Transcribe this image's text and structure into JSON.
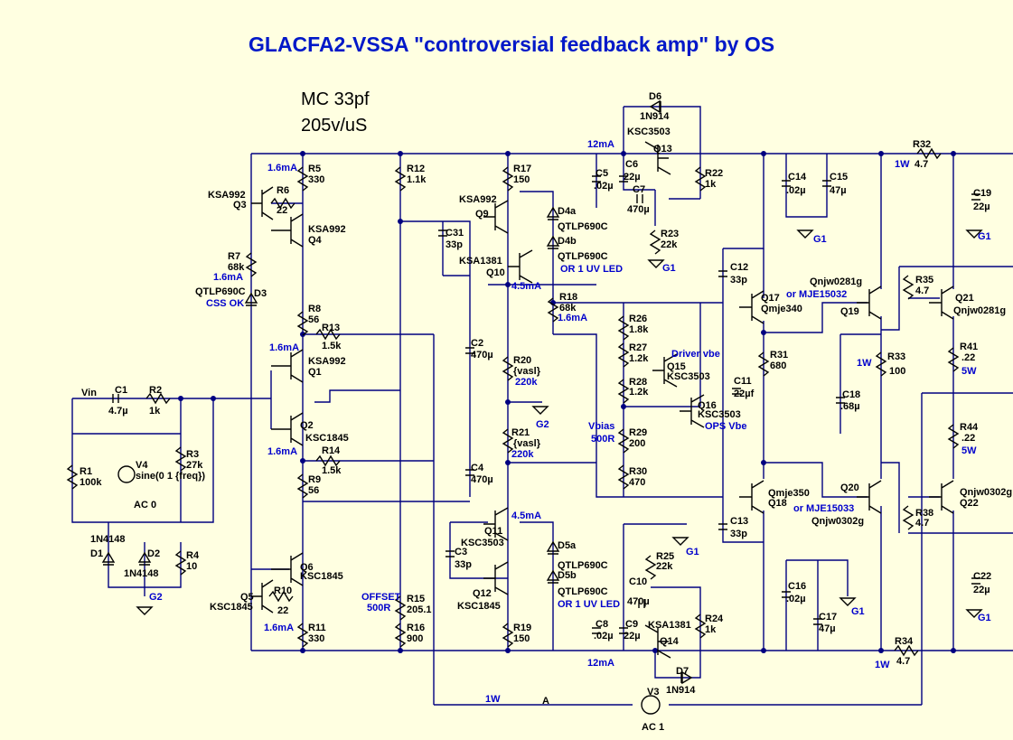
{
  "title": "GLACFA2-VSSA \"controversial feedback amp\" by OS",
  "note_mc": "MC 33pf",
  "note_slew": "205v/uS",
  "input_label": "Vin",
  "components": {
    "C1": [
      "C1",
      "4.7µ"
    ],
    "R2": [
      "R2",
      "1k"
    ],
    "R1": [
      "R1",
      "100k"
    ],
    "V4": [
      "V4",
      "sine(0 1 {freq})",
      "AC 0"
    ],
    "R3": [
      "R3",
      "27k"
    ],
    "D1": [
      "D1",
      "1N4148"
    ],
    "D2": [
      "D2",
      "1N4148"
    ],
    "R4": [
      "R4",
      "10"
    ],
    "Q3": [
      "Q3",
      "KSA992"
    ],
    "R6": [
      "R6",
      "22"
    ],
    "R5": [
      "R5",
      "330"
    ],
    "Q4": [
      "Q4",
      "KSA992"
    ],
    "R7": [
      "R7",
      "68k"
    ],
    "D3": [
      "D3",
      "QTLP690C",
      "CSS OK"
    ],
    "R8": [
      "R8",
      "56"
    ],
    "R13": [
      "R13",
      "1.5k"
    ],
    "Q1": [
      "Q1",
      "KSA992"
    ],
    "Q2": [
      "Q2",
      "KSC1845"
    ],
    "R14": [
      "R14",
      "1.5k"
    ],
    "R9": [
      "R9",
      "56"
    ],
    "Q6": [
      "Q6",
      "KSC1845"
    ],
    "Q5": [
      "Q5",
      "KSC1845"
    ],
    "R10": [
      "R10",
      "22"
    ],
    "R11": [
      "R11",
      "330"
    ],
    "R12": [
      "R12",
      "1.1k"
    ],
    "R15": [
      "R15",
      "205.1"
    ],
    "R16": [
      "R16",
      "900"
    ],
    "OFFSET": [
      "OFFSET",
      "500R"
    ],
    "R17": [
      "R17",
      "150"
    ],
    "Q9": [
      "Q9",
      "KSA992"
    ],
    "C31": [
      "C31",
      "33p"
    ],
    "Q10": [
      "Q10",
      "KSA1381"
    ],
    "D4a": [
      "D4a",
      "QTLP690C"
    ],
    "D4b": [
      "D4b",
      "QTLP690C",
      "OR 1 UV LED"
    ],
    "R18": [
      "R18",
      "68k"
    ],
    "C2": [
      "C2",
      "470µ"
    ],
    "R20": [
      "R20",
      "{vasl}",
      "220k"
    ],
    "R21": [
      "R21",
      "{vasl}",
      "220k"
    ],
    "C4": [
      "C4",
      "470µ"
    ],
    "Q11": [
      "Q11",
      "KSC3503"
    ],
    "C3": [
      "C3",
      "33p"
    ],
    "Q12": [
      "Q12",
      "KSC1845"
    ],
    "D5a": [
      "D5a",
      "QTLP690C"
    ],
    "D5b": [
      "D5b",
      "QTLP690C",
      "OR 1 UV LED"
    ],
    "R19": [
      "R19",
      "150"
    ],
    "D6": [
      "D6",
      "1N914"
    ],
    "Q13": [
      "Q13",
      "KSC3503"
    ],
    "C5": [
      "C5",
      ".02µ"
    ],
    "C6": [
      "C6",
      "22µ"
    ],
    "C7": [
      "C7",
      "470µ"
    ],
    "R22": [
      "R22",
      "1k"
    ],
    "R23": [
      "R23",
      "22k"
    ],
    "R26": [
      "R26",
      "1.8k"
    ],
    "R27": [
      "R27",
      "1.2k"
    ],
    "R28": [
      "R28",
      "1.2k"
    ],
    "Q15": [
      "Q15",
      "KSC3503",
      "Driver vbe"
    ],
    "Q16": [
      "Q16",
      "KSC3503",
      "OPS Vbe"
    ],
    "R29": [
      "R29",
      "200"
    ],
    "Vbias": [
      "Vbias",
      "500R"
    ],
    "R30": [
      "R30",
      "470"
    ],
    "C12": [
      "C12",
      "33p"
    ],
    "C11": [
      "C11",
      "22µf"
    ],
    "C13": [
      "C13",
      "33p"
    ],
    "Q17": [
      "Q17",
      "Qmje340",
      "or MJE15032"
    ],
    "Q18": [
      "Q18",
      "Qmje350",
      "or MJE15033"
    ],
    "R31": [
      "R31",
      "680"
    ],
    "C10": [
      "C10",
      "470µ"
    ],
    "R25": [
      "R25",
      "22k"
    ],
    "R24": [
      "R24",
      "1k"
    ],
    "C8": [
      "C8",
      ".02µ"
    ],
    "C9": [
      "C9",
      "22µ"
    ],
    "Q14": [
      "Q14",
      "KSA1381"
    ],
    "D7": [
      "D7",
      "1N914"
    ],
    "V3": [
      "V3",
      "AC 1"
    ],
    "C14": [
      "C14",
      ".02µ"
    ],
    "C15": [
      "C15",
      "47µ"
    ],
    "C16": [
      "C16",
      ".02µ"
    ],
    "C17": [
      "C17",
      "47µ"
    ],
    "C18": [
      "C18",
      ".68µ"
    ],
    "R32": [
      "R32",
      "4.7"
    ],
    "R34": [
      "R34",
      "4.7"
    ],
    "R33": [
      "R33",
      "100"
    ],
    "Q19": [
      "Q19",
      "Qnjw0281g"
    ],
    "Q20": [
      "Q20",
      "Qnjw0302g"
    ],
    "C19": [
      "C19",
      "22µ"
    ],
    "C22": [
      "C22",
      "22µ"
    ],
    "R35": [
      "R35",
      "4.7"
    ],
    "Q21": [
      "Q21",
      "Qnjw0281g"
    ],
    "R41": [
      "R41",
      ".22",
      "5W"
    ],
    "R44": [
      "R44",
      ".22",
      "5W"
    ],
    "R38": [
      "R38",
      "4.7"
    ],
    "Q22": [
      "Q22",
      "Qnjw0302g"
    ]
  },
  "annotations": {
    "i_r5": "1.6mA",
    "i_r7": "1.6mA",
    "i_q1": "1.6mA",
    "i_q2": "1.6mA",
    "i_r11": "1.6mA",
    "i_q10": "4.5mA",
    "i_q11": "4.5mA",
    "i_r18": "1.6mA",
    "i_top": "12mA",
    "i_bot": "12mA",
    "w_r32": "1W",
    "w_r34": "1W",
    "w_r33": "1W",
    "w_v3": "1W",
    "node_a": "A",
    "gnd": "G1",
    "gnd2": "G2"
  }
}
